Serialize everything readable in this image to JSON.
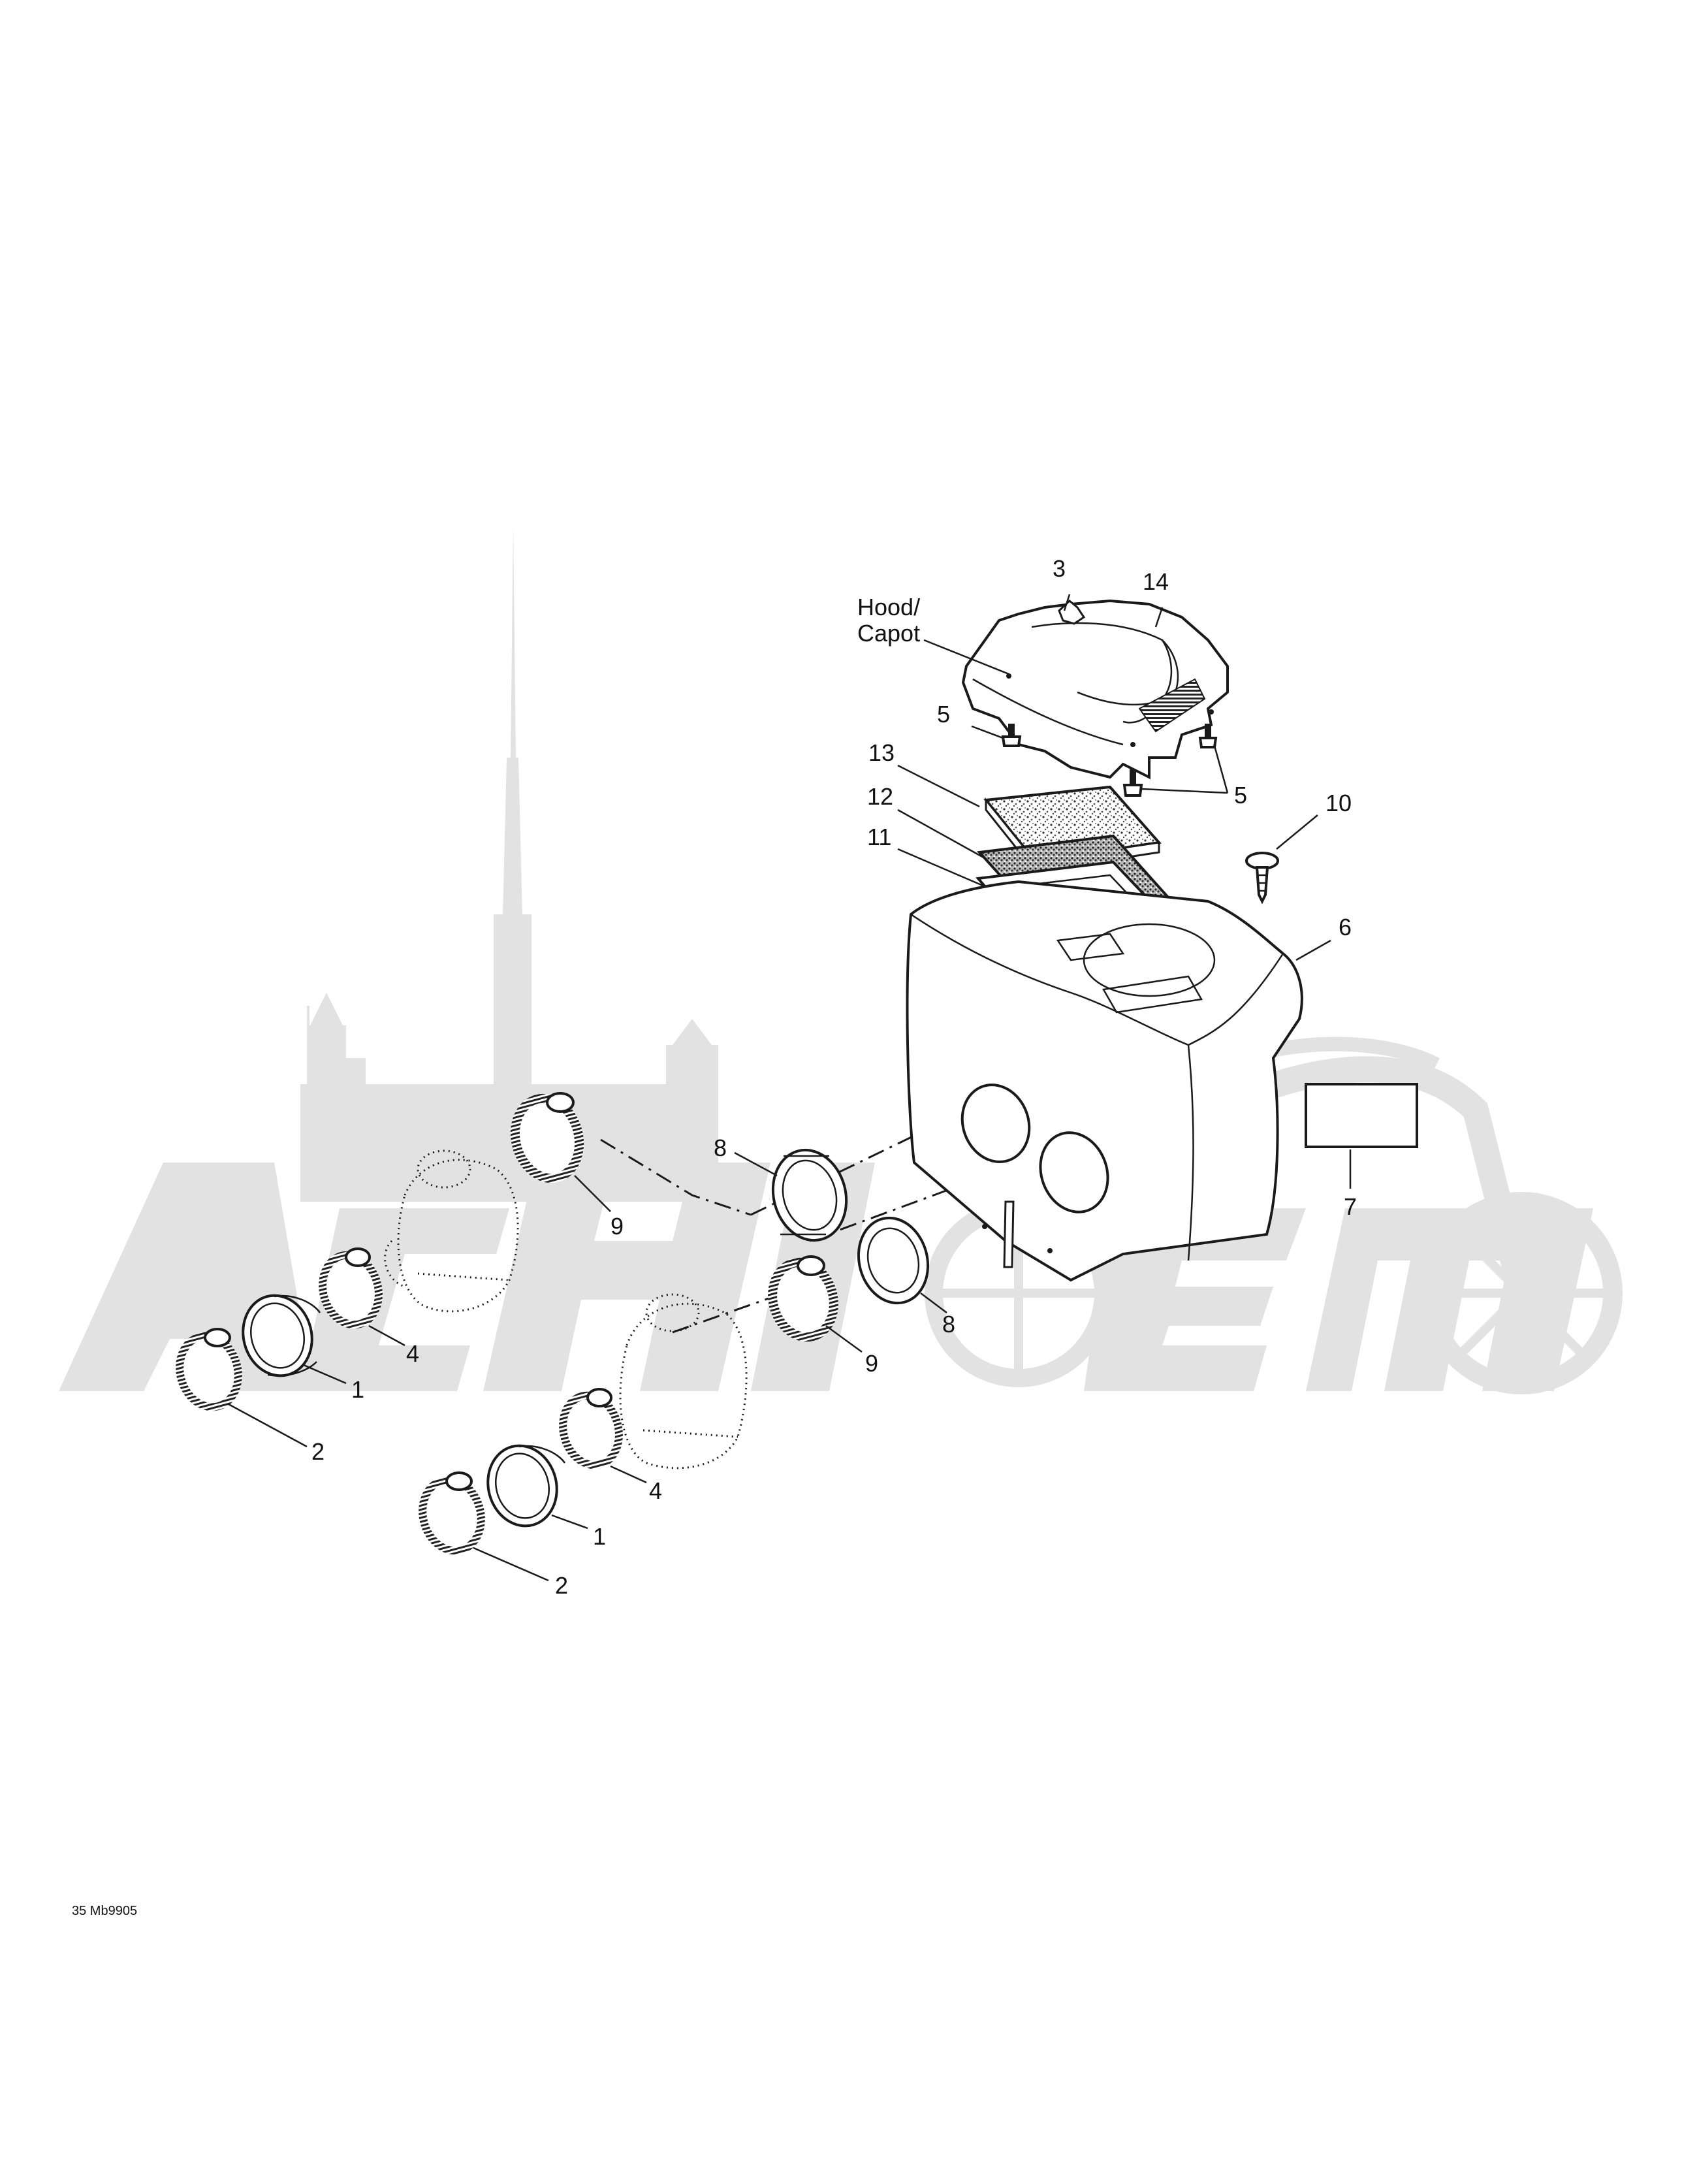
{
  "diagram": {
    "hood_label": [
      "Hood/",
      "Capot"
    ],
    "callouts": {
      "c1a": "1",
      "c1b": "1",
      "c2a": "2",
      "c2b": "2",
      "c3": "3",
      "c4a": "4",
      "c4b": "4",
      "c5a": "5",
      "c5b": "5",
      "c6": "6",
      "c7": "7",
      "c8a": "8",
      "c8b": "8",
      "c9a": "9",
      "c9b": "9",
      "c10": "10",
      "c11": "11",
      "c12": "12",
      "c13": "13",
      "c14": "14"
    },
    "reference_code": "35 Mb9905"
  }
}
